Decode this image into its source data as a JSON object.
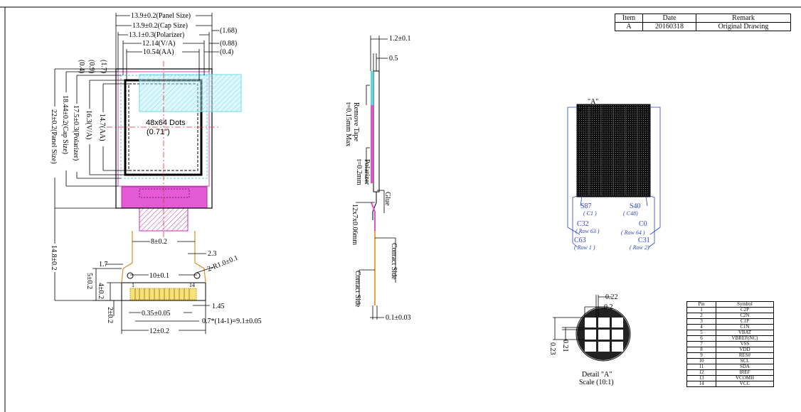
{
  "revision_table": {
    "headers": [
      "Item",
      "Date",
      "Remark"
    ],
    "rows": [
      [
        "A",
        "20160318",
        "Original Drawing"
      ]
    ]
  },
  "top_dims": {
    "panel_w": "13.9±0.2(Panel Size)",
    "cap_w": "13.9±0.2(Cap Size)",
    "pol_w": "13.1±0.3(Polarizer)",
    "va_w": "12.14(V/A)",
    "aa_w": "10.54(AA)",
    "d168": "(1.68)",
    "d088": "(0.88)",
    "d04": "(0.4)"
  },
  "left_dims": {
    "l04": "(0.4)",
    "l09": "(0.9)",
    "l17": "(1.7)",
    "cap_h": "18.44±0.2(Cap Size)",
    "panel_h": "22±0.2(Panel Size)",
    "pol_h": "17.5±0.3(Polarizer)",
    "va_h": "16.3(V/A)",
    "aa_h": "14.7(AA)",
    "fpc_h": "14.8±0.2"
  },
  "panel_label": {
    "line1": "48x64 Dots",
    "line2": "(0.71\")"
  },
  "fpc_dims": {
    "w8": "8±0.2",
    "d23": "2.3",
    "d17": "1.7",
    "r12": "2-R1.0±0.1",
    "w10": "10±0.1",
    "pin1": "1",
    "pin14": "14",
    "h5": "5±0.2",
    "h4": "4±0.2",
    "h2": "2±0.2",
    "d145": "1.45",
    "p035": "0.35±0.05",
    "pitch": "0.7*(14-1)=9.1±0.05",
    "w12": "12±0.2"
  },
  "side_view": {
    "t12": "1.2±0.1",
    "t05": "0.5",
    "remove_tape": "Remove Tape",
    "remove_tape2": "t=0.15mm Max",
    "polarizer": "Polarizer",
    "polarizer2": "t=0.2mm",
    "glue": "Glue",
    "fpc_thk": "12x7x0.06mm",
    "contact_side_a": "Contact Side",
    "contact_side_b": "Contact Side",
    "t01": "0.1±0.03"
  },
  "matrix": {
    "a_label": "\"A\"",
    "s87": "S87",
    "c1": "( C1 )",
    "s40": "S40",
    "c48": "( C48)",
    "c32": "C32",
    "row63": "( Row 63 )",
    "c0": "C0",
    "row64": "( Row 64 )",
    "c63": "C63",
    "row1": "( Row 1 )",
    "c31": "C31",
    "row2": "( Row 2)"
  },
  "detail": {
    "d022": "0.22",
    "d02": "0.2",
    "d021": "0.21",
    "d023": "0.23",
    "title": "Detail \"A\"",
    "scale": "Scale (10:1)"
  },
  "pin_table": {
    "headers": [
      "Pin",
      "Symbol"
    ],
    "rows": [
      [
        "1",
        "C2P"
      ],
      [
        "2",
        "C2N"
      ],
      [
        "3",
        "C1P"
      ],
      [
        "4",
        "C1N"
      ],
      [
        "5",
        "VBAT"
      ],
      [
        "6",
        "VBREF(NC)"
      ],
      [
        "7",
        "VSS"
      ],
      [
        "8",
        "VDD"
      ],
      [
        "9",
        "RES#"
      ],
      [
        "10",
        "SCL"
      ],
      [
        "11",
        "SDA"
      ],
      [
        "12",
        "IREF"
      ],
      [
        "13",
        "VCOMH"
      ],
      [
        "14",
        "VCC"
      ]
    ]
  },
  "colors": {
    "cyan": "#56d6e6",
    "magenta": "#e24fd0",
    "orange": "#f0a040",
    "blue_label": "#2a3fd0",
    "red_center": "#e03030"
  }
}
